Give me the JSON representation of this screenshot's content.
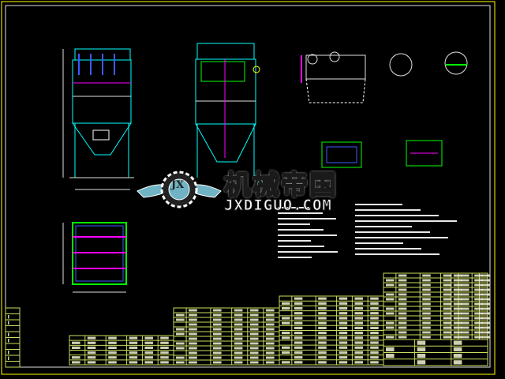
{
  "watermark": {
    "logo_text": "JX",
    "title_cn": "机械帝国",
    "site": "JXDIGUO.COM"
  },
  "colors": {
    "background": "#000000",
    "frame": "#ffff00",
    "table": "#c8e05a",
    "outline": "#00ffff",
    "partition": "#ff00ff",
    "accent": "#00ff00",
    "blue": "#3b5bff"
  }
}
